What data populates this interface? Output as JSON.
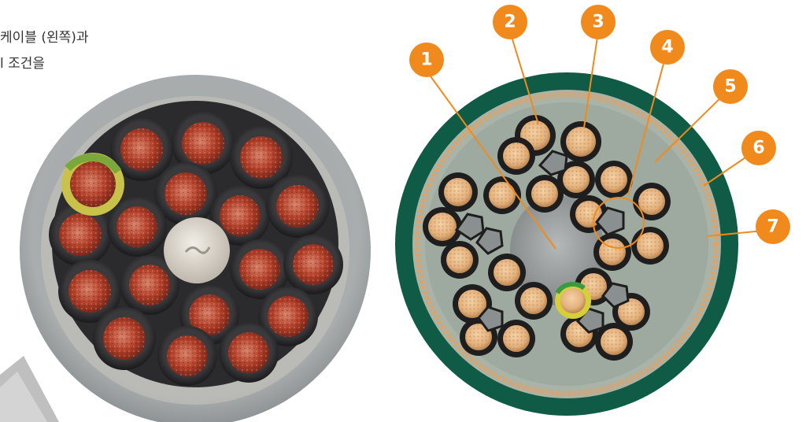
{
  "caption": {
    "line1": "케이블 (왼쪽)과",
    "line2": "l 조건을"
  },
  "diagram": {
    "callouts": [
      {
        "number": "1"
      },
      {
        "number": "2"
      },
      {
        "number": "3"
      },
      {
        "number": "4"
      },
      {
        "number": "5"
      },
      {
        "number": "6"
      },
      {
        "number": "7"
      }
    ]
  },
  "colors": {
    "callout_orange": "#f08a1c",
    "sheath_green": "#0f5b45",
    "inner_gray": "#a9b3a8",
    "copper_tinned": "#e3b07c",
    "bare_copper": "#b3402a"
  }
}
